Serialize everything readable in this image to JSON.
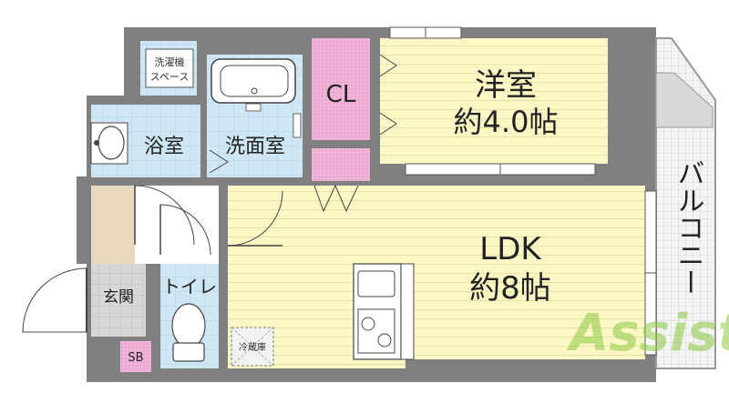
{
  "rooms": {
    "washer_space_line1": "洗濯機",
    "washer_space_line2": "スペース",
    "closet": "CL",
    "western_room_name": "洋室",
    "western_room_size": "約4.0帖",
    "bathroom": "浴室",
    "washroom": "洗面室",
    "balcony": "バルコニー",
    "ldk_name": "LDK",
    "ldk_size": "約8帖",
    "entrance": "玄関",
    "toilet": "トイレ",
    "refrigerator": "冷蔵庫",
    "shoe_box": "SB"
  },
  "watermark": "Assist",
  "colors": {
    "western_room": "#fbf8c6",
    "ldk": "#fbf8c6",
    "bath": "#cfe6f5",
    "closet": "#f2b3d8",
    "entrance": "#ead8c0",
    "entrance_tile": "#d7d7d7",
    "wall": "#808080",
    "watermark": "#8cc63f"
  }
}
